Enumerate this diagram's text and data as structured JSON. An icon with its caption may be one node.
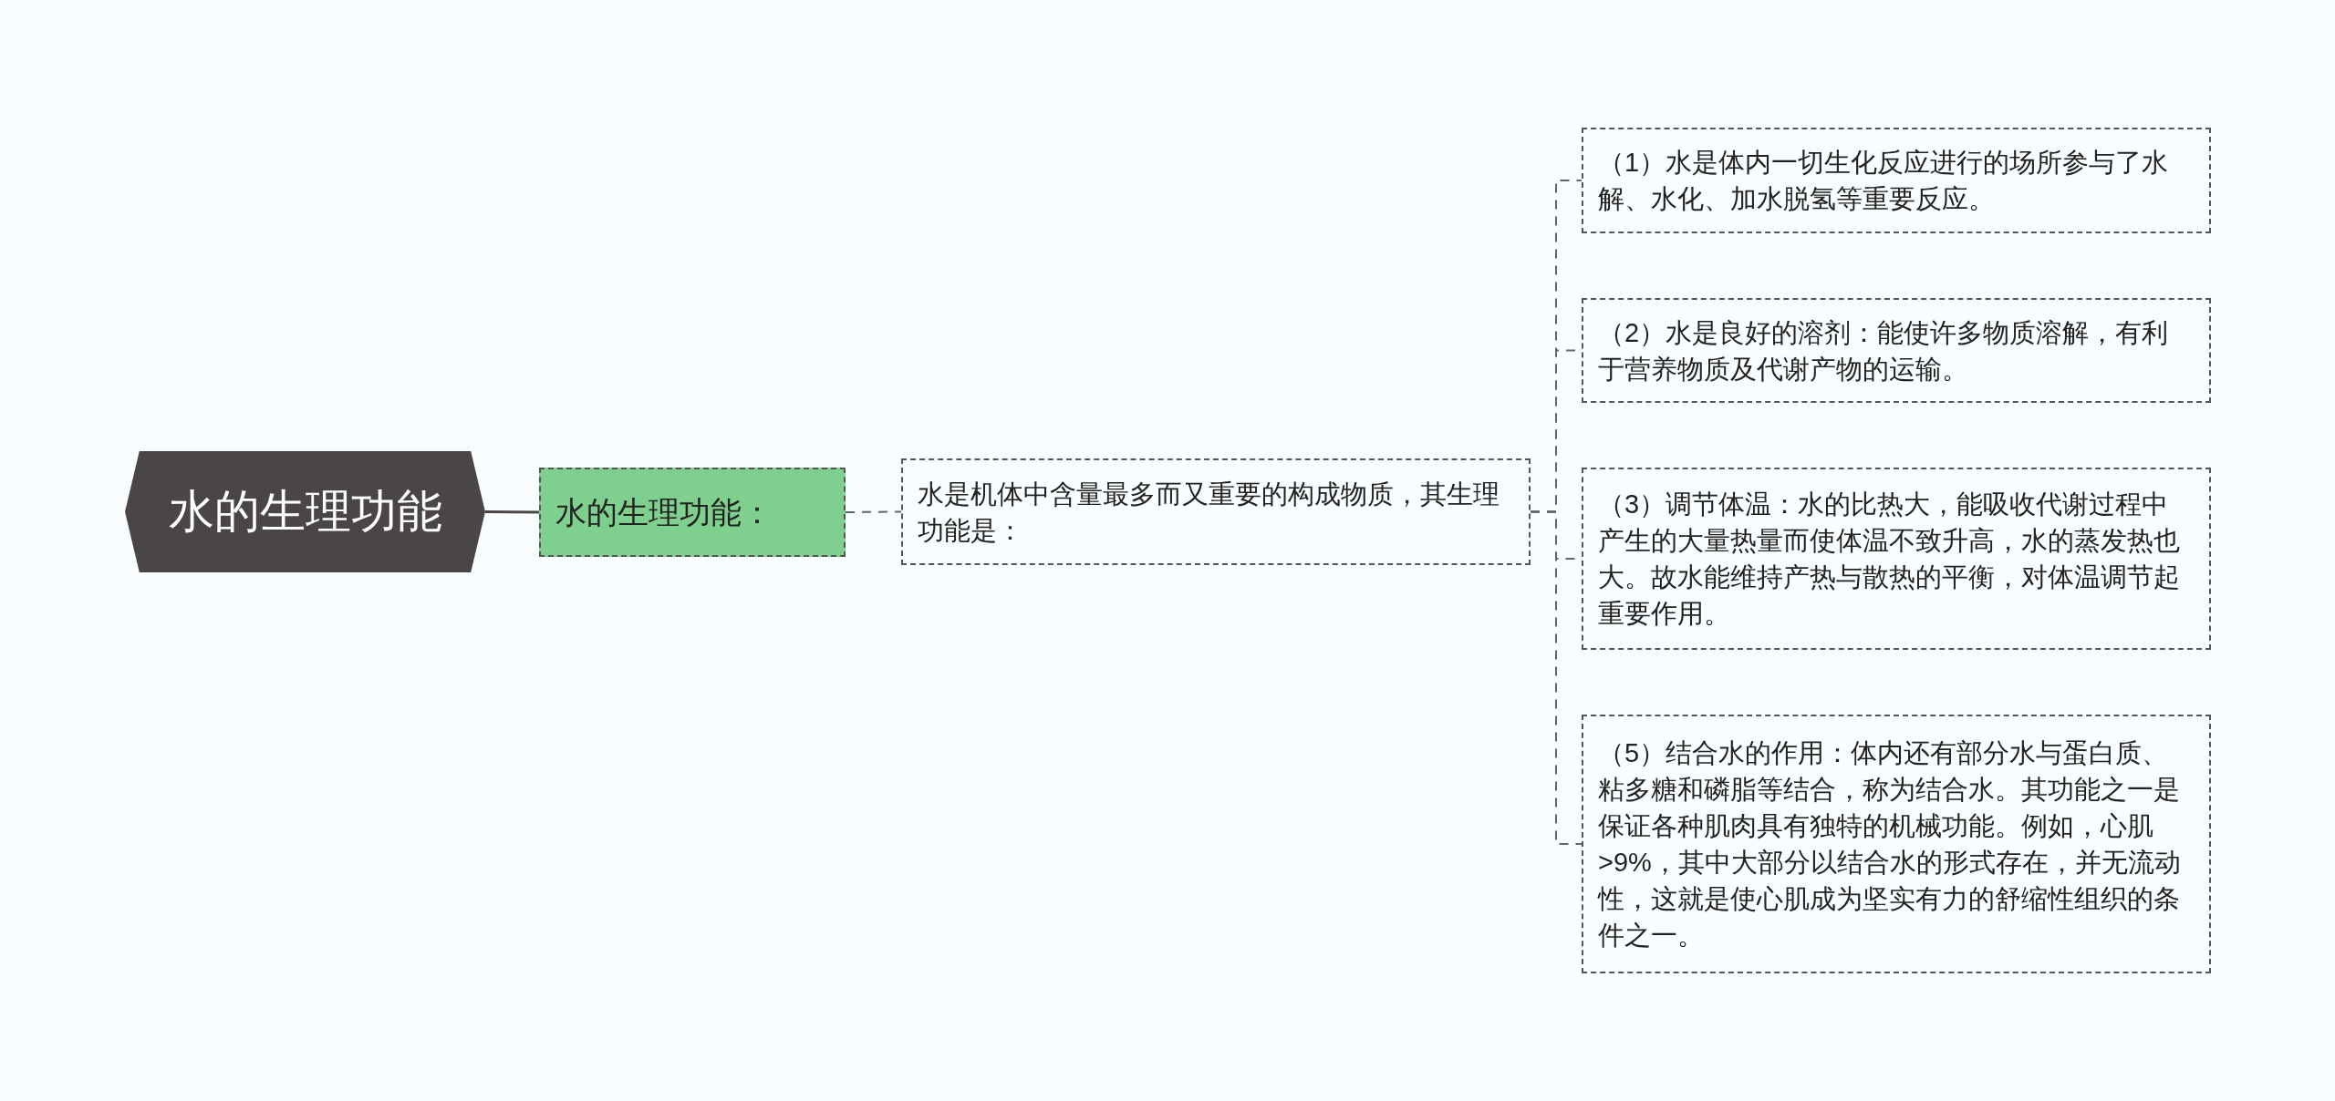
{
  "diagram": {
    "nodes": [
      {
        "text": [
          "水的生理功能"
        ]
      },
      {
        "text": [
          "水的生理功能："
        ]
      },
      {
        "text": [
          "水是机体中含量最多而又重要的构成物质，其生理功能是："
        ]
      },
      {
        "text": [
          "（1）水是体内一切生化反应进行的场所参与了水解、水化、加水脱氢等重要反应。"
        ]
      },
      {
        "text": [
          "（2）水是良好的溶剂：能使许多物质溶解，有利于营养物质及代谢产物的运输。"
        ]
      },
      {
        "text": [
          "（3）调节体温：水的比热大，能吸收代谢过程中产生的大量热量而使体温不致升高，水的蒸发热也大。故水能维持产热与散热的平衡，对体温调节起重要作用。"
        ]
      },
      {
        "text": [
          "（5）结合水的作用：体内还有部分水与蛋白质、粘多糖和磷脂等结合，称为结合水。其功能之一是保证各种肌肉具有独特的机械功能。例如，心肌>9%，其中大部分以结合水的形式存在，并无流动性，这就是使心肌成为坚实有力的舒缩性组织的条件之一。"
        ]
      }
    ],
    "edges": [
      {
        "from": 0,
        "to": 1,
        "arrow": "none",
        "color": "#4a4646"
      },
      {
        "from": 1,
        "to": 2,
        "arrow": "none",
        "style": "dashed"
      },
      {
        "from": 2,
        "to": 3,
        "arrow": "none",
        "style": "dashed"
      },
      {
        "from": 2,
        "to": 4,
        "arrow": "none",
        "style": "dashed"
      },
      {
        "from": 2,
        "to": 5,
        "arrow": "none",
        "style": "dashed"
      },
      {
        "from": 2,
        "to": 6,
        "arrow": "none",
        "style": "dashed"
      }
    ]
  }
}
